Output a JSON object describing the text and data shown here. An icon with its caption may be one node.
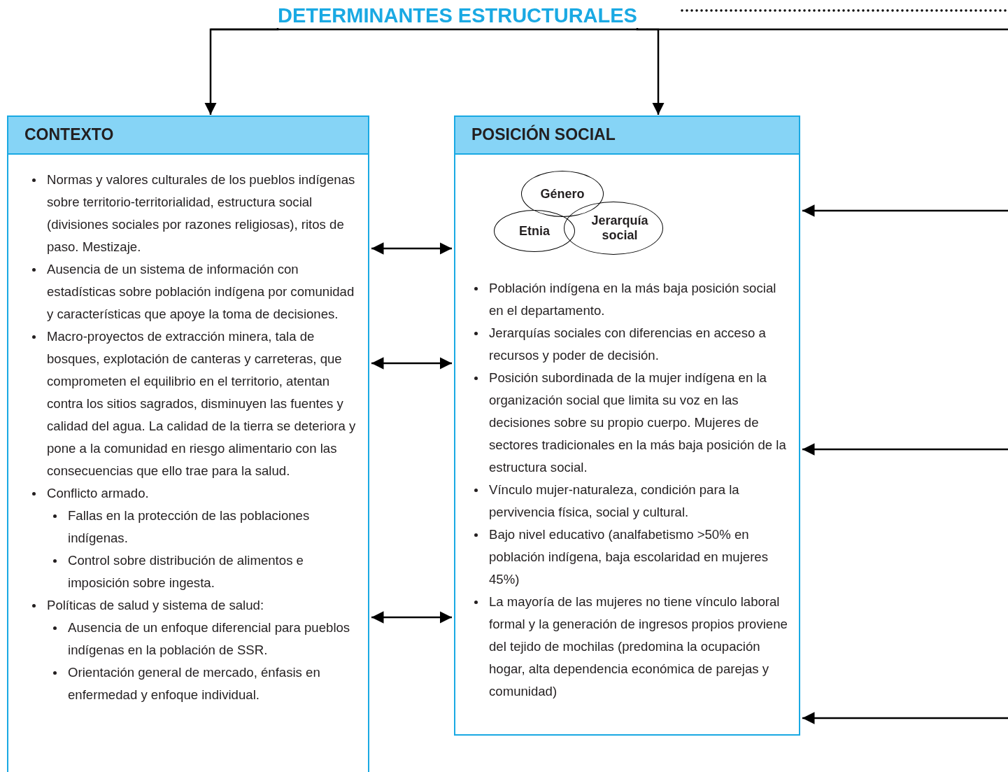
{
  "diagram": {
    "nodes": [
      {
        "text": [
          "DETERMINANTES ESTRUCTURALES"
        ]
      },
      {
        "text": [
          "CONTEXTO",
          "Normas y valores culturales de los pueblos indígenas sobre territorio-territorialidad, estructura social (divisiones sociales por razones religiosas), ritos de paso. Mestizaje.",
          "Ausencia de un sistema de información con estadísticas sobre población indígena por comunidad y características que apoye la toma de decisiones.",
          "Macro-proyectos de extracción minera, tala de bosques, explotación de canteras y carreteras, que comprometen el equilibrio en el territorio, atentan contra los sitios sagrados, disminuyen las fuentes y calidad del agua. La calidad de la tierra se deteriora y pone a la comunidad en riesgo alimentario con las consecuencias que ello trae para la salud.",
          "Conflicto armado.",
          "Fallas en la protección de las poblaciones indígenas.",
          "Control sobre distribución de alimentos e imposición sobre ingesta.",
          "Políticas de salud y sistema de salud:",
          "Ausencia de un enfoque diferencial para pueblos indígenas en la población de SSR.",
          "Orientación general de mercado, énfasis en enfermedad y enfoque individual."
        ]
      },
      {
        "text": [
          "POSICIÓN SOCIAL",
          "Población indígena en la más baja posición social en el departamento.",
          "Jerarquías sociales con diferencias en acceso a recursos y poder de decisión.",
          "Posición subordinada de la mujer indígena en la organización social que limita su voz en las decisiones sobre su propio cuerpo. Mujeres de sectores tradicionales en la más baja posición de la estructura social.",
          "Vínculo mujer-naturaleza, condición para la pervivencia física, social y cultural.",
          "Bajo nivel educativo (analfabetismo >50% en población indígena, baja escolaridad en mujeres 45%)",
          "La mayoría de las mujeres no tiene vínculo laboral formal y la generación de ingresos propios proviene del tejido de mochilas (predomina la ocupación hogar, alta dependencia económica de parejas y comunidad)"
        ]
      },
      {
        "text": [
          "Género"
        ],
        "in": 2
      },
      {
        "text": [
          "Etnia"
        ],
        "in": 2
      },
      {
        "text": [
          "Jerarquía social"
        ],
        "in": 2
      }
    ],
    "edges": [
      {
        "from": 0,
        "to": 1,
        "arrow": "to"
      },
      {
        "from": 0,
        "to": 2,
        "arrow": "to"
      },
      {
        "from": 1,
        "to": 2,
        "arrow": "both"
      },
      {
        "from": 1,
        "to": 2,
        "arrow": "both"
      },
      {
        "from": 1,
        "to": 2,
        "arrow": "both"
      },
      {
        "from": null,
        "to": 2,
        "arrow": "to"
      },
      {
        "from": null,
        "to": 2,
        "arrow": "to"
      },
      {
        "from": null,
        "to": 2,
        "arrow": "to"
      }
    ]
  }
}
